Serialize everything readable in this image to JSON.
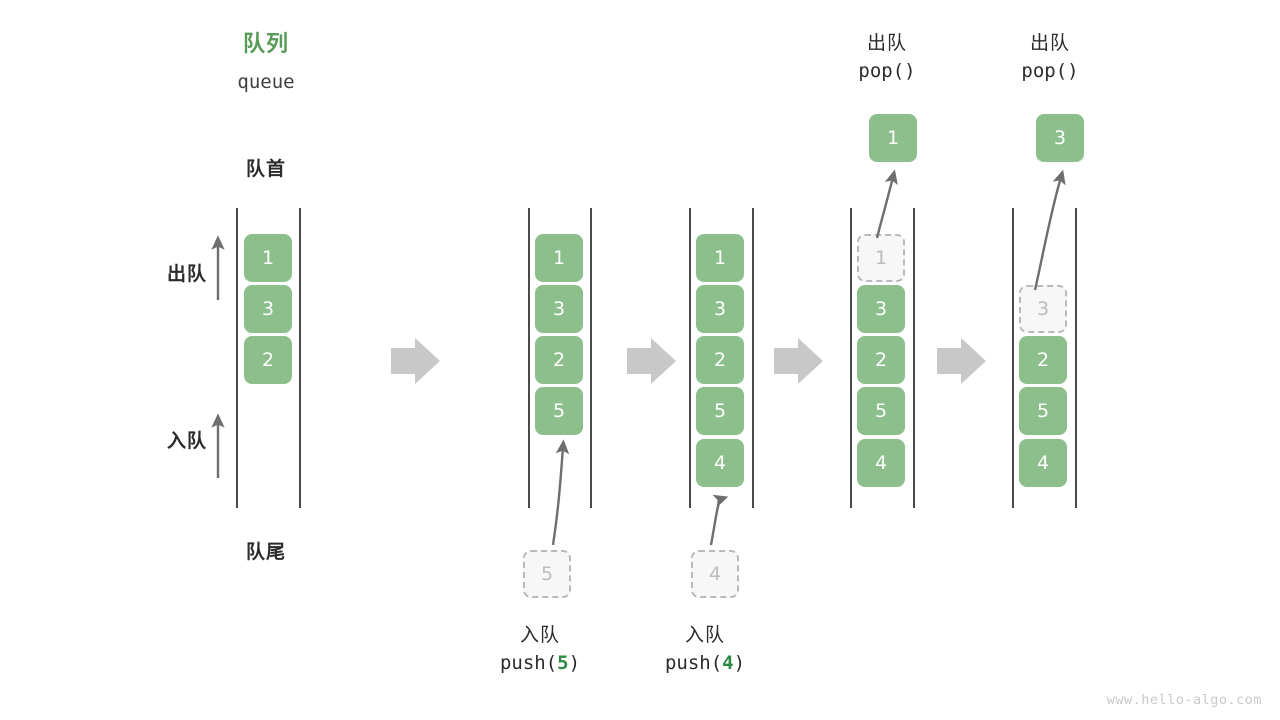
{
  "title": {
    "cn": "队列",
    "en": "queue",
    "color": "#579b57"
  },
  "side_labels": {
    "front": "队首",
    "rear": "队尾",
    "dequeue": "出队",
    "enqueue": "入队"
  },
  "watermark": "www.hello-algo.com",
  "palette": {
    "cell_fill": "#8cbf8c",
    "cell_text": "#ffffff",
    "ghost_fill": "#f7f7f7",
    "ghost_border": "#b9b9b9",
    "ghost_text": "#bcbcbc",
    "rail": "#4a4a4a",
    "arrow_gray": "#6e6e6e",
    "step_arrow": "#c8c8c8",
    "accent_green": "#2e8b45",
    "text_dark": "#2b2b2b",
    "watermark": "#c9c9c9"
  },
  "columns": [
    {
      "id": "col-initial",
      "cells": [
        "1",
        "3",
        "2"
      ],
      "ghost_index": -1,
      "top_label": null,
      "bottom_label": null,
      "popped_value": null,
      "pushed_value": null
    },
    {
      "id": "col-push-5",
      "cells": [
        "1",
        "3",
        "2",
        "5"
      ],
      "ghost_index": -1,
      "top_label": null,
      "bottom_label": {
        "cn": "入队",
        "code_prefix": "push(",
        "arg": "5",
        "code_suffix": ")"
      },
      "popped_value": null,
      "pushed_value": "5"
    },
    {
      "id": "col-push-4",
      "cells": [
        "1",
        "3",
        "2",
        "5",
        "4"
      ],
      "ghost_index": -1,
      "top_label": null,
      "bottom_label": {
        "cn": "入队",
        "code_prefix": "push(",
        "arg": "4",
        "code_suffix": ")"
      },
      "popped_value": null,
      "pushed_value": "4"
    },
    {
      "id": "col-pop-1",
      "cells": [
        "1",
        "3",
        "2",
        "5",
        "4"
      ],
      "ghost_index": 0,
      "top_label": {
        "cn": "出队",
        "code": "pop()"
      },
      "bottom_label": null,
      "popped_value": "1",
      "pushed_value": null
    },
    {
      "id": "col-pop-3",
      "cells": [
        "3",
        "2",
        "5",
        "4"
      ],
      "ghost_index": 0,
      "top_label": {
        "cn": "出队",
        "code": "pop()"
      },
      "bottom_label": null,
      "popped_value": "3",
      "pushed_value": null
    }
  ],
  "step_arrows": [
    {
      "name": "step-arrow-1"
    },
    {
      "name": "step-arrow-2"
    },
    {
      "name": "step-arrow-3"
    },
    {
      "name": "step-arrow-4"
    }
  ]
}
